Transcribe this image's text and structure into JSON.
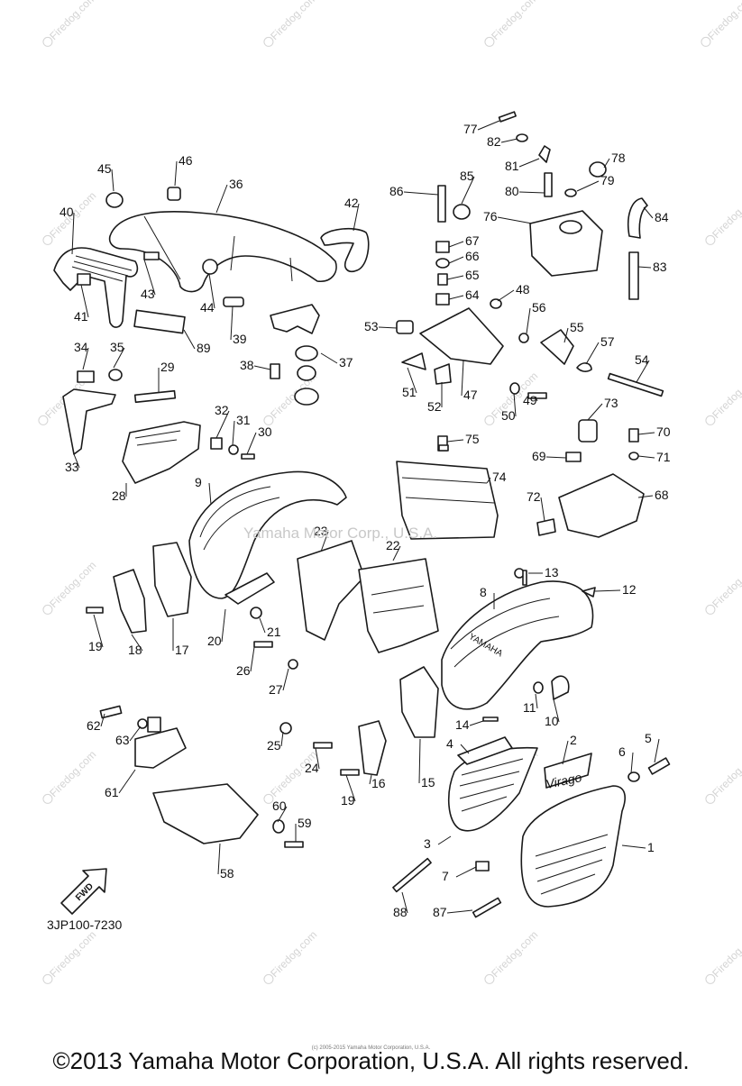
{
  "diagram": {
    "drawing_code": "3JP100-7230",
    "center_watermark": "Yamaha Motor Corp., U.S.A.",
    "small_copyright": "(c) 2005-2015 Yamaha Motor Corporation, U.S.A.",
    "copyright": "©2013 Yamaha Motor Corporation, U.S.A. All rights reserved.",
    "watermark": "Firedog.com",
    "fwd_label": "FWD",
    "cover_label": "YAMAHA",
    "emblem_text": "Virago",
    "callouts": [
      "1",
      "2",
      "3",
      "4",
      "5",
      "6",
      "7",
      "8",
      "9",
      "10",
      "11",
      "12",
      "13",
      "14",
      "15",
      "16",
      "17",
      "18",
      "19",
      "19",
      "20",
      "21",
      "22",
      "23",
      "24",
      "25",
      "26",
      "27",
      "28",
      "29",
      "30",
      "31",
      "32",
      "33",
      "34",
      "35",
      "36",
      "37",
      "38",
      "39",
      "40",
      "41",
      "42",
      "43",
      "44",
      "45",
      "46",
      "47",
      "48",
      "49",
      "50",
      "51",
      "52",
      "53",
      "54",
      "55",
      "56",
      "57",
      "58",
      "59",
      "60",
      "61",
      "62",
      "63",
      "64",
      "65",
      "66",
      "67",
      "68",
      "69",
      "70",
      "71",
      "72",
      "73",
      "74",
      "75",
      "76",
      "77",
      "78",
      "79",
      "80",
      "81",
      "82",
      "83",
      "84",
      "85",
      "86",
      "87",
      "88",
      "89"
    ]
  }
}
